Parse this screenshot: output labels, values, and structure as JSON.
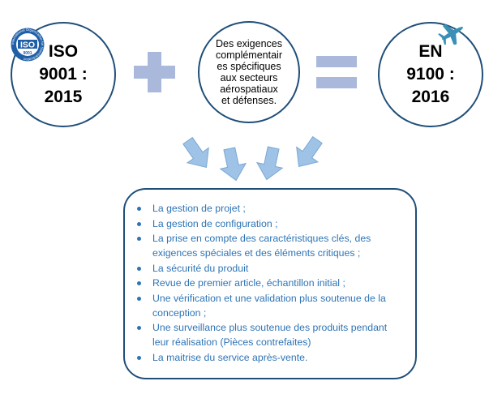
{
  "left_circle": {
    "badge_text": "ISO",
    "badge_sub": "9001",
    "badge_ring_text": "International Organization for Standardization",
    "label": "ISO\n9001 :\n2015"
  },
  "middle_circle": {
    "label": "Des exigences\ncomplémentair\nes spécifiques\naux secteurs\naérospatiaux\net défenses."
  },
  "right_circle": {
    "label": "EN\n9100 :\n2016",
    "icon": "airplane-icon"
  },
  "colors": {
    "circle_border": "#1f4e79",
    "operator_fill": "#a9b8db",
    "arrow_fill": "#9ec3e6",
    "list_text": "#2e74b5",
    "badge_blue": "#1f5fa8"
  },
  "list": {
    "items": [
      "La gestion de projet ;",
      "La gestion de configuration ;",
      "La prise en compte des caractéristiques clés, des exigences spéciales et des éléments critiques ;",
      "La sécurité du produit",
      "Revue de premier article, échantillon initial ;",
      "Une vérification et une validation plus soutenue de la conception ;",
      "Une surveillance plus soutenue des produits pendant leur réalisation (Pièces contrefaites)",
      "La maitrise du service après-vente."
    ]
  }
}
